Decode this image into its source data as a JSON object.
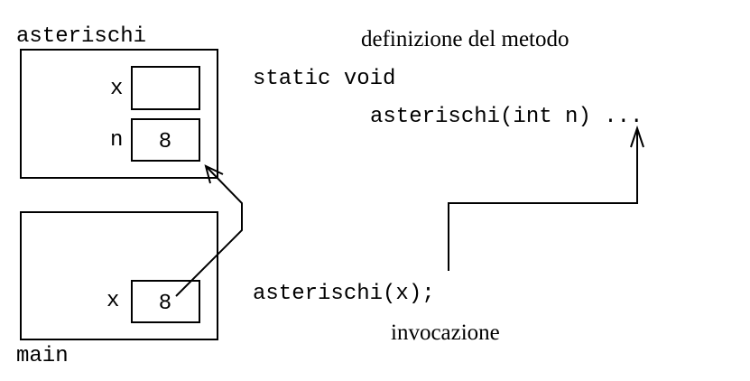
{
  "frames": {
    "callee": {
      "label": "asterischi",
      "vars": [
        {
          "name": "x",
          "value": ""
        },
        {
          "name": "n",
          "value": "8"
        }
      ]
    },
    "caller": {
      "label": "main",
      "vars": [
        {
          "name": "x",
          "value": "8"
        }
      ]
    }
  },
  "definition": {
    "caption": "definizione del metodo",
    "line1": "static void",
    "line2": "asterischi(int n) ..."
  },
  "invocation": {
    "code": "asterischi(x);",
    "caption": "invocazione"
  }
}
